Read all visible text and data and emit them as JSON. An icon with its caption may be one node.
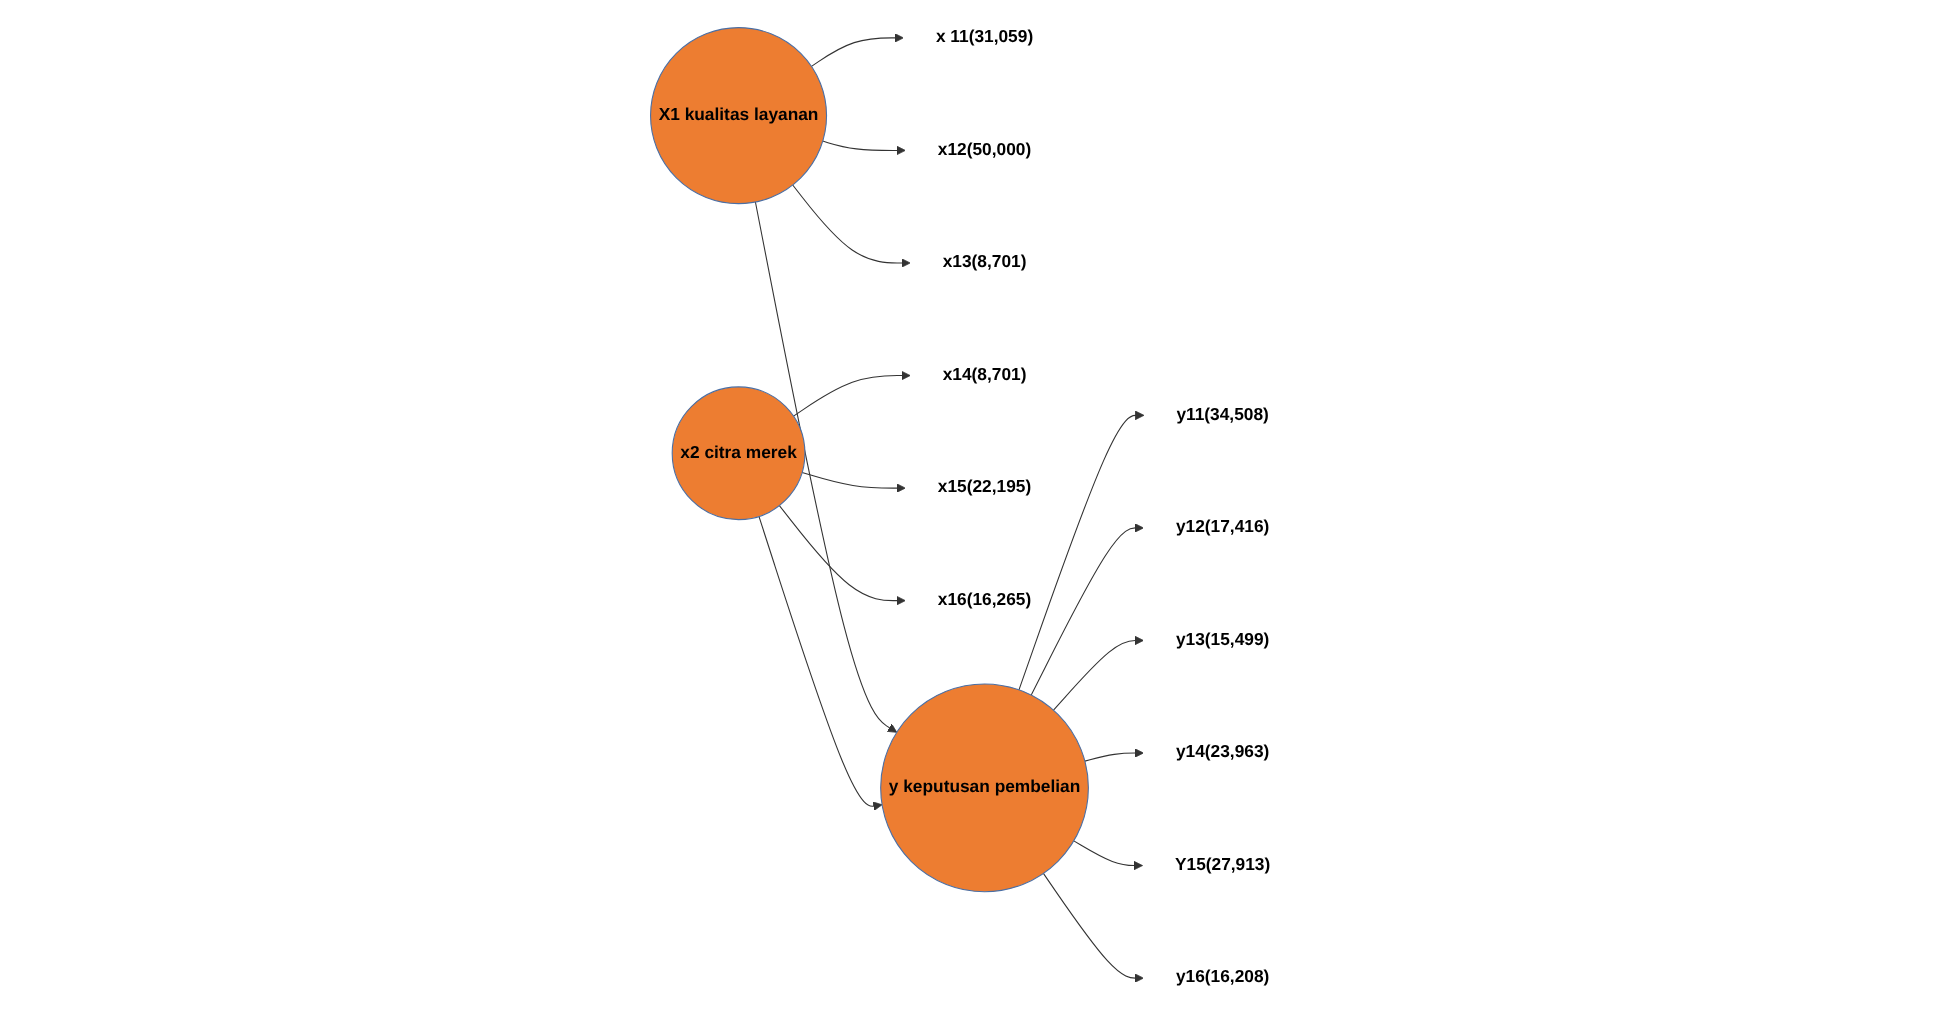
{
  "diagram": {
    "nodes": [
      {
        "text": [
          "X1 kualitas layanan"
        ]
      },
      {
        "text": [
          "x 11(31,059)"
        ]
      },
      {
        "text": [
          "x12(50,000)"
        ]
      },
      {
        "text": [
          "x13(8,701)"
        ]
      },
      {
        "text": [
          "x2 citra merek"
        ]
      },
      {
        "text": [
          "x14(8,701)"
        ]
      },
      {
        "text": [
          "x15(22,195)"
        ]
      },
      {
        "text": [
          "x16(16,265)"
        ]
      },
      {
        "text": [
          "y keputusan pembelian"
        ]
      },
      {
        "text": [
          "y11(34,508)"
        ]
      },
      {
        "text": [
          "y12(17,416)"
        ]
      },
      {
        "text": [
          "y13(15,499)"
        ]
      },
      {
        "text": [
          "y14(23,963)"
        ]
      },
      {
        "text": [
          "Y15(27,913)"
        ]
      },
      {
        "text": [
          "y16(16,208)"
        ]
      }
    ],
    "edges": [
      {
        "from": 0,
        "to": 1,
        "arrow": "to"
      },
      {
        "from": 0,
        "to": 2,
        "arrow": "to"
      },
      {
        "from": 0,
        "to": 3,
        "arrow": "to"
      },
      {
        "from": 4,
        "to": 5,
        "arrow": "to"
      },
      {
        "from": 4,
        "to": 6,
        "arrow": "to"
      },
      {
        "from": 4,
        "to": 7,
        "arrow": "to"
      },
      {
        "from": 0,
        "to": 8,
        "arrow": "to"
      },
      {
        "from": 4,
        "to": 8,
        "arrow": "to"
      },
      {
        "from": 8,
        "to": 9,
        "arrow": "to"
      },
      {
        "from": 8,
        "to": 10,
        "arrow": "to"
      },
      {
        "from": 8,
        "to": 11,
        "arrow": "to"
      },
      {
        "from": 8,
        "to": 12,
        "arrow": "to"
      },
      {
        "from": 8,
        "to": 13,
        "arrow": "to"
      },
      {
        "from": 8,
        "to": 14,
        "arrow": "to"
      }
    ]
  }
}
